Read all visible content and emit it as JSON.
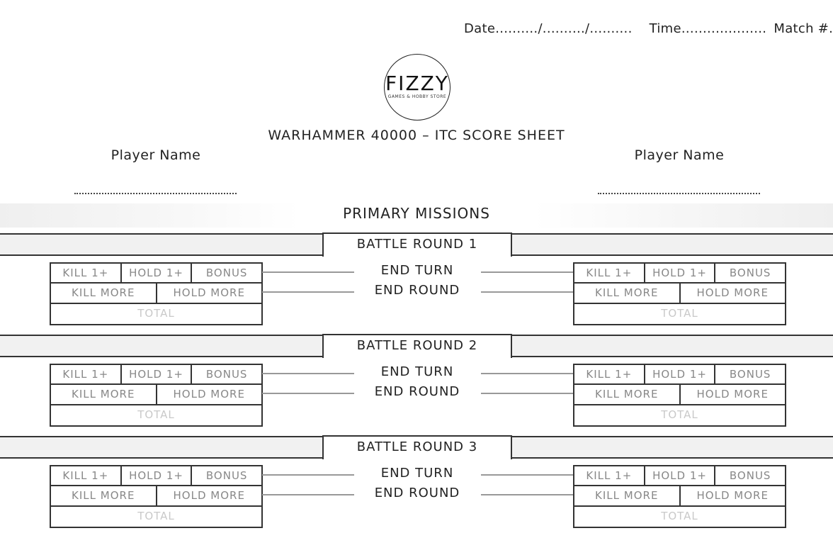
{
  "header": {
    "date_label": "Date........../........../..........",
    "time_label": "Time....................",
    "match_label": "Match #........."
  },
  "logo": {
    "main": "FIZZY",
    "sub": "GAMES & HOBBY STORE"
  },
  "sheet_title": "WARHAMMER 40000 – ITC SCORE SHEET",
  "players": {
    "left_label": "Player Name",
    "right_label": "Player Name"
  },
  "primary_title": "PRIMARY MISSIONS",
  "score_labels": {
    "kill1": "KILL 1+",
    "hold1": "HOLD 1+",
    "bonus": "BONUS",
    "kill_more": "KILL MORE",
    "hold_more": "HOLD MORE",
    "total": "TOTAL"
  },
  "end_turn": "END TURN",
  "end_round": "END ROUND",
  "rounds": [
    {
      "label": "BATTLE ROUND 1"
    },
    {
      "label": "BATTLE ROUND 2"
    },
    {
      "label": "BATTLE ROUND 3"
    }
  ]
}
